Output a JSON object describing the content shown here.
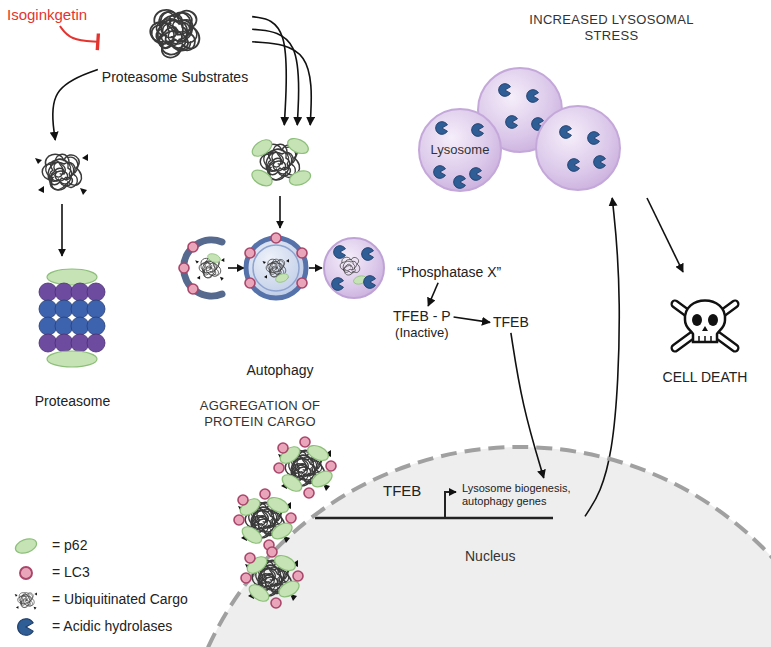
{
  "diagram": {
    "nodes": [
      {
        "text": [
          "Isoginkgetin"
        ]
      },
      {
        "text": [
          "Proteasome Substrates"
        ]
      },
      {
        "text": [
          "Proteasome"
        ]
      },
      {
        "text": [
          "Autophagy"
        ]
      },
      {
        "text": [
          "INCREASED LYSOSOMAL STRESS"
        ]
      },
      {
        "text": [
          "Lysosome"
        ],
        "in": 4
      },
      {
        "text": [
          "“Phosphatase X”"
        ]
      },
      {
        "text": [
          "TFEB - P",
          "(Inactive)"
        ]
      },
      {
        "text": [
          "TFEB"
        ]
      },
      {
        "text": [
          "Nucleus"
        ]
      },
      {
        "text": [
          "TFEB",
          "Lysosome biogenesis, autophagy genes"
        ],
        "in": 9
      },
      {
        "text": [
          "CELL DEATH"
        ]
      }
    ],
    "edges": [
      {
        "from": 0,
        "to": 1,
        "arrow": "to"
      },
      {
        "from": 1,
        "to": 2,
        "arrow": "to"
      },
      {
        "from": 1,
        "to": 3,
        "arrow": "to"
      },
      {
        "from": 1,
        "to": 3,
        "arrow": "to"
      },
      {
        "from": 1,
        "to": 3,
        "arrow": "to"
      },
      {
        "from": 6,
        "to": 7,
        "arrow": "to"
      },
      {
        "from": 7,
        "to": 8,
        "arrow": "to"
      },
      {
        "from": 8,
        "to": 10,
        "arrow": "to"
      },
      {
        "from": 10,
        "to": 4,
        "arrow": "to"
      },
      {
        "from": 4,
        "to": 11,
        "arrow": "to"
      }
    ],
    "labels": [
      "AGGREGATION OF PROTEIN CARGO"
    ],
    "legend": [
      {
        "text": "= p62"
      },
      {
        "text": "= LC3"
      },
      {
        "text": "= Ubiquitinated Cargo"
      },
      {
        "text": "= Acidic hydrolases"
      }
    ]
  }
}
